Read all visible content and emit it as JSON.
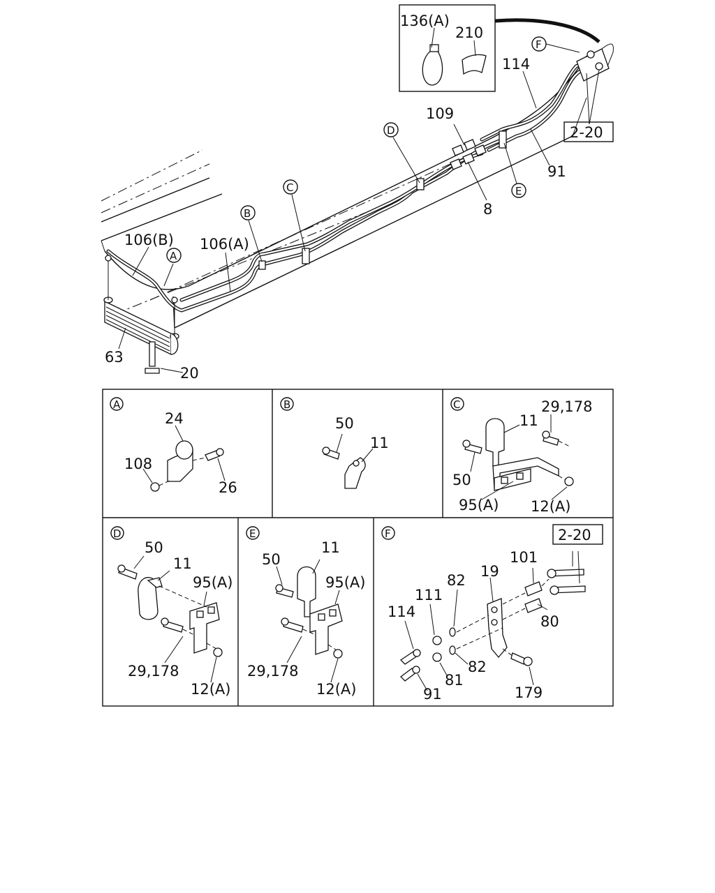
{
  "main_view": {
    "callouts": {
      "c136a": "136(A)",
      "c210": "210",
      "c114": "114",
      "c109": "109",
      "c91": "91",
      "c8": "8",
      "c106b": "106(B)",
      "c106a": "106(A)",
      "c63": "63",
      "c20": "20"
    },
    "ref_box": "2-20",
    "view_markers": {
      "a": "A",
      "b": "B",
      "c": "C",
      "d": "D",
      "e": "E",
      "f": "F"
    }
  },
  "detail_a": {
    "marker": "A",
    "labels": {
      "l24": "24",
      "l108": "108",
      "l26": "26"
    }
  },
  "detail_b": {
    "marker": "B",
    "labels": {
      "l50": "50",
      "l11": "11"
    }
  },
  "detail_c": {
    "marker": "C",
    "labels": {
      "l11": "11",
      "l29": "29,178",
      "l50": "50",
      "l95": "95(A)",
      "l12": "12(A)"
    }
  },
  "detail_d": {
    "marker": "D",
    "labels": {
      "l50": "50",
      "l11": "11",
      "l95": "95(A)",
      "l29": "29,178",
      "l12": "12(A)"
    }
  },
  "detail_e": {
    "marker": "E",
    "labels": {
      "l50": "50",
      "l11": "11",
      "l95": "95(A)",
      "l29": "29,178",
      "l12": "12(A)"
    }
  },
  "detail_f": {
    "marker": "F",
    "ref_box": "2-20",
    "labels": {
      "l19": "19",
      "l101": "101",
      "l82a": "82",
      "l111": "111",
      "l114": "114",
      "l80": "80",
      "l82b": "82",
      "l81": "81",
      "l91": "91",
      "l179": "179"
    }
  }
}
